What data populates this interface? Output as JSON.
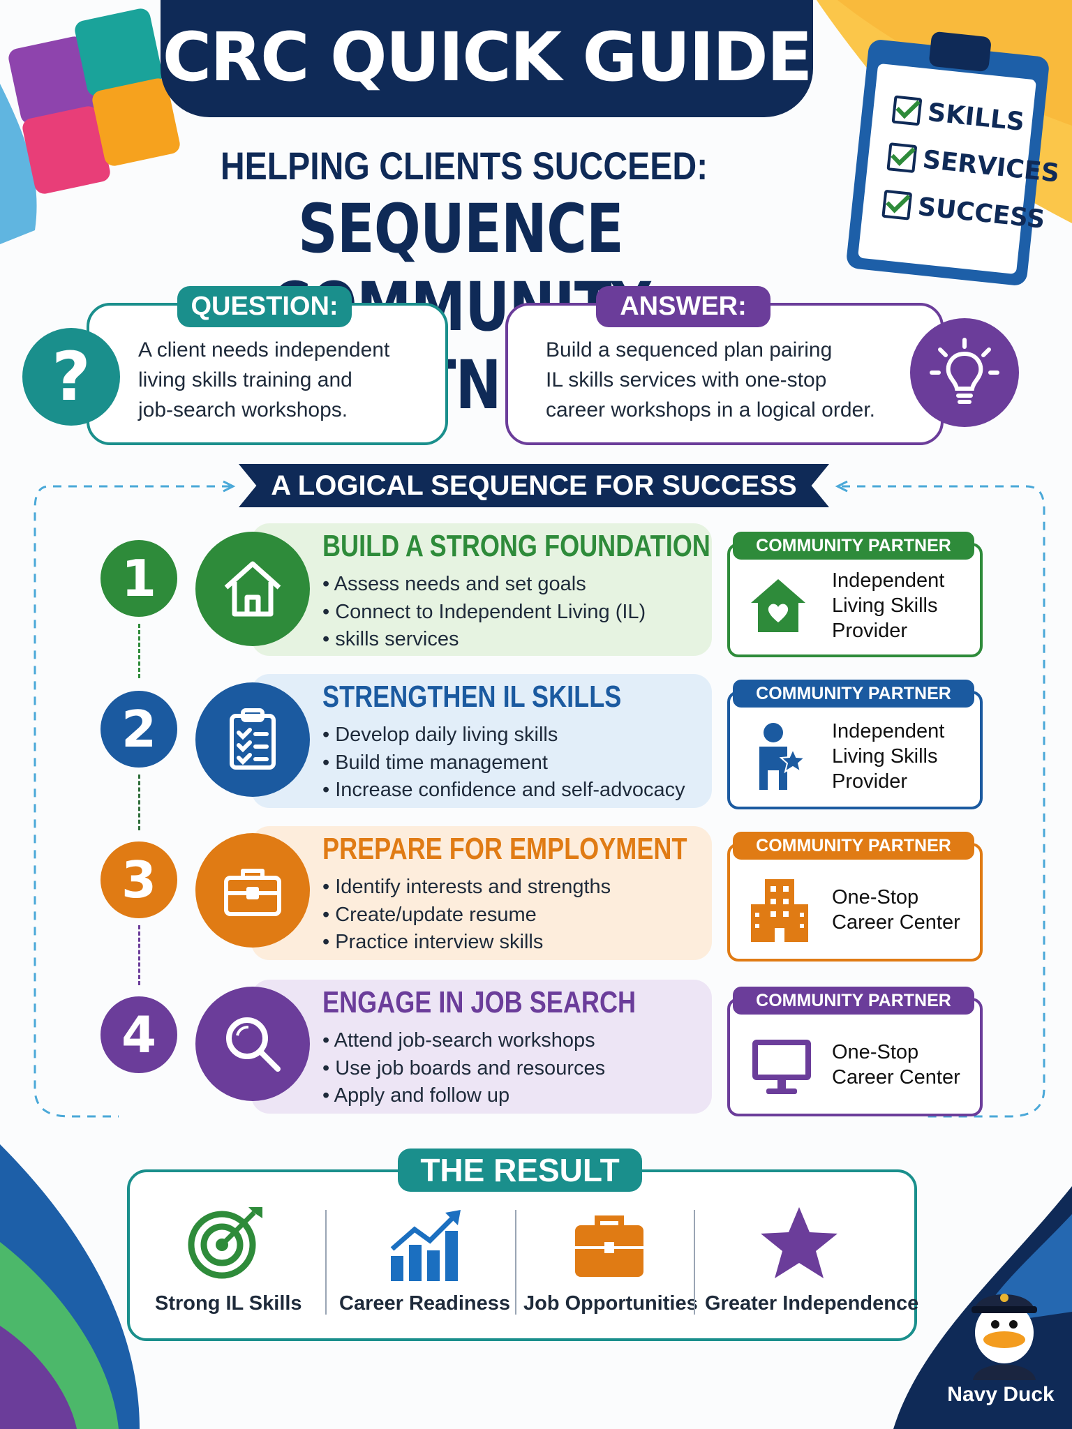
{
  "header": {
    "title": "CRC QUICK GUIDE",
    "subtitle": "HELPING CLIENTS SUCCEED:",
    "headline": "SEQUENCE COMMUNITY PARTNERS"
  },
  "clipboard": {
    "items": [
      "SKILLS",
      "SERVICES",
      "SUCCESS"
    ]
  },
  "question": {
    "label": "QUESTION:",
    "lines": [
      "A client needs independent",
      "living skills training and",
      "job-search workshops."
    ]
  },
  "answer": {
    "label": "ANSWER:",
    "lines": [
      "Build a sequenced plan pairing",
      "IL skills services with one-stop",
      "career workshops in a logical order."
    ]
  },
  "sequence_title": "A LOGICAL SEQUENCE FOR SUCCESS",
  "steps": [
    {
      "number": "1",
      "title": "BUILD A STRONG FOUNDATION",
      "color": "#2e8b3a",
      "tint": "#e6f3e1",
      "icon": "house-icon",
      "bullets": [
        "Assess needs and set goals",
        "Connect to Independent Living (IL)",
        "skills services"
      ],
      "partner_label": "COMMUNITY PARTNER",
      "partner_icon": "heart-house-icon",
      "partner_lines": [
        "Independent",
        "Living Skills",
        "Provider"
      ]
    },
    {
      "number": "2",
      "title": "STRENGTHEN IL SKILLS",
      "color": "#1b5aa0",
      "tint": "#e2eef9",
      "icon": "checklist-icon",
      "bullets": [
        "Develop daily living skills",
        "Build time management",
        "Increase confidence and self-advocacy"
      ],
      "partner_label": "COMMUNITY PARTNER",
      "partner_icon": "person-star-icon",
      "partner_lines": [
        "Independent",
        "Living Skills",
        "Provider"
      ]
    },
    {
      "number": "3",
      "title": "PREPARE FOR EMPLOYMENT",
      "color": "#e07b14",
      "tint": "#fdeddc",
      "icon": "briefcase-icon",
      "bullets": [
        "Identify interests and strengths",
        "Create/update resume",
        "Practice interview skills"
      ],
      "partner_label": "COMMUNITY PARTNER",
      "partner_icon": "building-icon",
      "partner_lines": [
        "One-Stop",
        "Career Center"
      ]
    },
    {
      "number": "4",
      "title": "ENGAGE IN JOB SEARCH",
      "color": "#6b3d9a",
      "tint": "#ede5f5",
      "icon": "magnifier-icon",
      "bullets": [
        "Attend job-search workshops",
        "Use job boards and resources",
        "Apply and follow up"
      ],
      "partner_label": "COMMUNITY PARTNER",
      "partner_icon": "monitor-icon",
      "partner_lines": [
        "One-Stop",
        "Career Center"
      ]
    }
  ],
  "result": {
    "label": "THE RESULT",
    "items": [
      {
        "label": "Strong IL Skills",
        "icon": "target-icon",
        "color": "#2e8b3a"
      },
      {
        "label": "Career Readiness",
        "icon": "growth-chart-icon",
        "color": "#1b6fc0"
      },
      {
        "label": "Job Opportunities",
        "icon": "briefcase-icon",
        "color": "#e07b14"
      },
      {
        "label": "Greater Independence",
        "icon": "star-icon",
        "color": "#6b3d9a"
      }
    ]
  },
  "mascot": {
    "name": "Navy Duck"
  },
  "colors": {
    "navy": "#0f2a57",
    "teal": "#1a8f8c",
    "purple": "#6b3d9a"
  }
}
